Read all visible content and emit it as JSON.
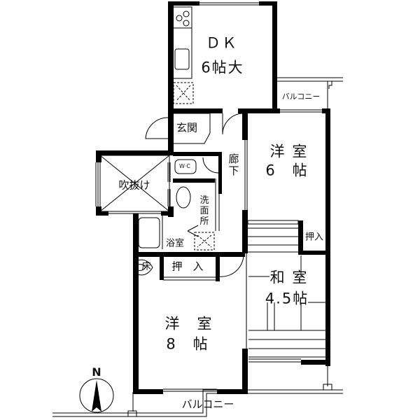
{
  "rooms": {
    "dk": {
      "name": "ＤＫ",
      "size": "6帖大"
    },
    "western6": {
      "name": "洋 室",
      "size": "6　帖"
    },
    "entrance": {
      "name": "玄関"
    },
    "corridor": {
      "name": "廊下"
    },
    "void": {
      "name": "吹抜け"
    },
    "wc": {
      "name": "W·C"
    },
    "washroom": {
      "name": "洗面所"
    },
    "bath": {
      "name": "浴室"
    },
    "alcove": {
      "name": "床"
    },
    "closet_main": {
      "name": "押　入"
    },
    "closet_small": {
      "name": "押入"
    },
    "japanese": {
      "name": "和 室",
      "size": "4.5帖"
    },
    "western8": {
      "name": "洋　室",
      "size": "8　帖"
    }
  },
  "balconies": {
    "top": "バルコニー",
    "bottom": "バルコニー"
  },
  "compass": {
    "label": "N",
    "icon": "north-arrow-icon"
  },
  "colors": {
    "wall": "#000000",
    "background": "#ffffff"
  }
}
